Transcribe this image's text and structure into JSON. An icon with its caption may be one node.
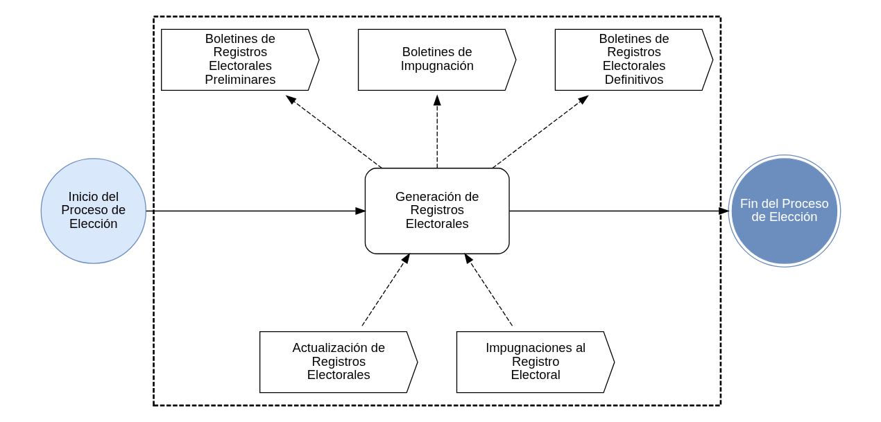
{
  "diagram": {
    "nodes": [
      {
        "text": [],
        "shape": "box"
      },
      {
        "text": [
          "Boletines de Registros Electorales Preliminares"
        ],
        "in": 0
      },
      {
        "text": [
          "Boletines de Impugnación"
        ],
        "in": 0
      },
      {
        "text": [
          "Boletines de Registros Electorales Definitivos"
        ],
        "in": 0
      },
      {
        "text": [
          "Inicio del Proceso de Elección"
        ]
      },
      {
        "text": [
          "Generación de Registros Electorales"
        ],
        "in": 0
      },
      {
        "text": [
          "Fin del Proceso de Elección"
        ]
      },
      {
        "text": [
          "Actualización de Registros Electorales"
        ],
        "in": 0
      },
      {
        "text": [
          "Impugnaciones al Registro Electoral"
        ],
        "in": 0
      }
    ],
    "edges": [
      {
        "from": 4,
        "to": 5,
        "arrow": "to"
      },
      {
        "from": 5,
        "to": 6,
        "arrow": "to"
      },
      {
        "from": 5,
        "to": 1,
        "arrow": "to",
        "style": "dashed"
      },
      {
        "from": 5,
        "to": 2,
        "arrow": "to",
        "style": "dashed"
      },
      {
        "from": 5,
        "to": 3,
        "arrow": "to",
        "style": "dashed"
      },
      {
        "from": 7,
        "to": 5,
        "arrow": "to",
        "style": "dashed"
      },
      {
        "from": 8,
        "to": 5,
        "arrow": "to",
        "style": "dashed"
      }
    ]
  }
}
